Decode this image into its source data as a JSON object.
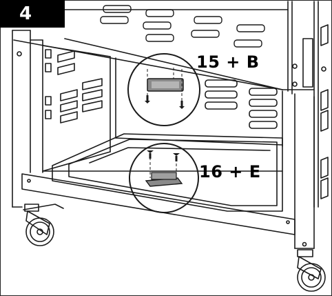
{
  "step": {
    "number": "4"
  },
  "callouts": {
    "top": {
      "label": "15 + B"
    },
    "bottom": {
      "label": "16 + E"
    }
  },
  "colors": {
    "line": "#1a1a1a",
    "bracket": "#8a8a8a",
    "badge": "#000000"
  },
  "icons": [
    "screw-icon",
    "caster-wheel-icon",
    "bracket-icon"
  ]
}
